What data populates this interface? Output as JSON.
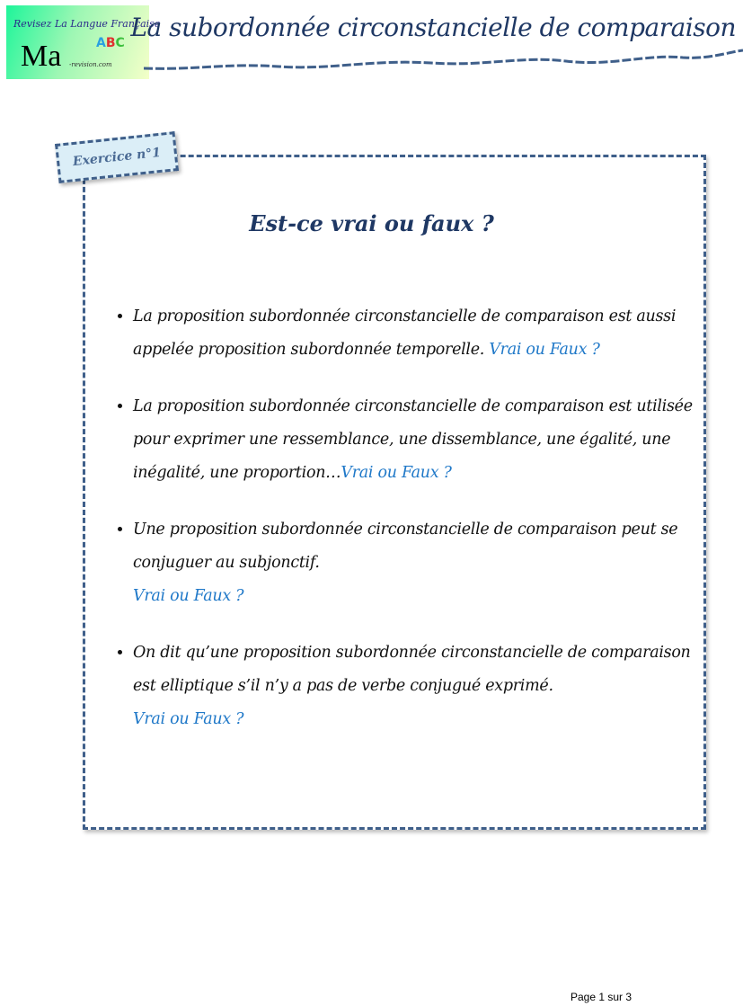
{
  "header": {
    "logo": {
      "tagline": "Revisez La Langue Française",
      "mark": "Ma",
      "site": "-revision.com",
      "abc": "ABC"
    },
    "title": "La subordonnée circonstancielle de comparaison"
  },
  "exercise": {
    "badge": "Exercice n°1",
    "heading": "Est-ce vrai ou faux ?",
    "items": [
      {
        "text": "La proposition subordonnée circonstancielle de comparaison est aussi appelée proposition subordonnée temporelle.",
        "prompt": "Vrai ou Faux ?"
      },
      {
        "text": "La proposition subordonnée circonstancielle de comparaison est utilisée pour exprimer une ressemblance, une dissemblance, une égalité, une inégalité, une proportion…",
        "prompt": "Vrai ou Faux ?"
      },
      {
        "text": "Une proposition subordonnée circonstancielle de comparaison peut se conjuguer au subjonctif.",
        "prompt": "Vrai ou Faux ?"
      },
      {
        "text": "On dit qu’une proposition subordonnée circonstancielle de comparaison est elliptique s’il n’y a pas de verbe conjugué exprimé.",
        "prompt": "Vrai ou Faux ?"
      }
    ]
  },
  "footer": {
    "page": "Page 1 sur 3"
  },
  "colors": {
    "title": "#1f3864",
    "border": "#3f5f8a",
    "prompt": "#1f78c8"
  }
}
